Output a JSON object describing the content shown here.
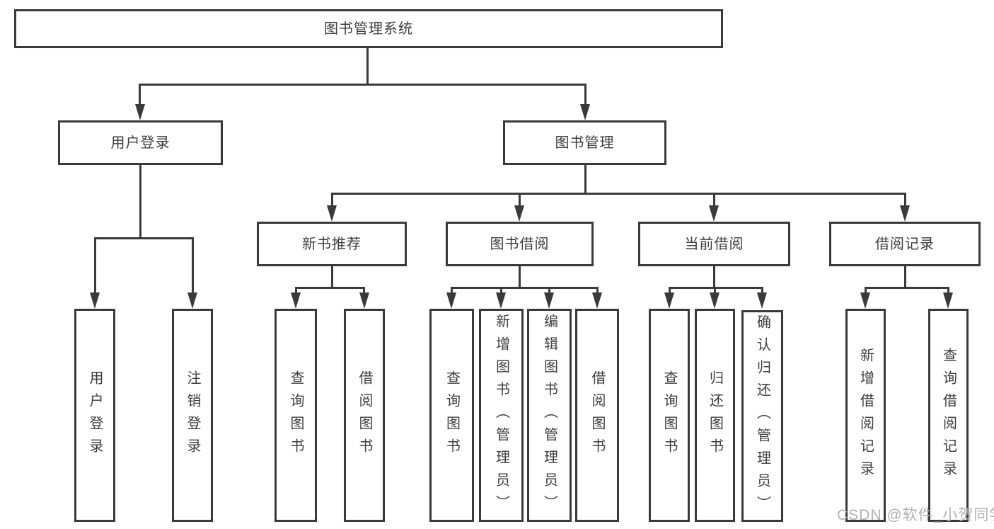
{
  "tree": {
    "root": {
      "label": "图书管理系统"
    },
    "branches": [
      {
        "label": "用户登录",
        "children": [
          {
            "label": "用户登录"
          },
          {
            "label": "注销登录"
          }
        ]
      },
      {
        "label": "图书管理",
        "children": [
          {
            "label": "新书推荐",
            "children": [
              {
                "label": "查询图书"
              },
              {
                "label": "借阅图书"
              }
            ]
          },
          {
            "label": "图书借阅",
            "children": [
              {
                "label": "查询图书"
              },
              {
                "label": "新增图书（管理员）"
              },
              {
                "label": "编辑图书（管理员）"
              },
              {
                "label": "借阅图书"
              }
            ]
          },
          {
            "label": "当前借阅",
            "children": [
              {
                "label": "查询图书"
              },
              {
                "label": "归还图书"
              },
              {
                "label": "确认归还（管理员）"
              }
            ]
          },
          {
            "label": "借阅记录",
            "children": [
              {
                "label": "新增借阅记录"
              },
              {
                "label": "查询借阅记录"
              }
            ]
          }
        ]
      }
    ]
  },
  "watermark": {
    "text": "CSDN @软件_小贺同学"
  },
  "colors": {
    "line": "#3a3a3a",
    "text": "#3e3e3e",
    "background": "#ffffff",
    "watermark": "#b2b2b2"
  }
}
